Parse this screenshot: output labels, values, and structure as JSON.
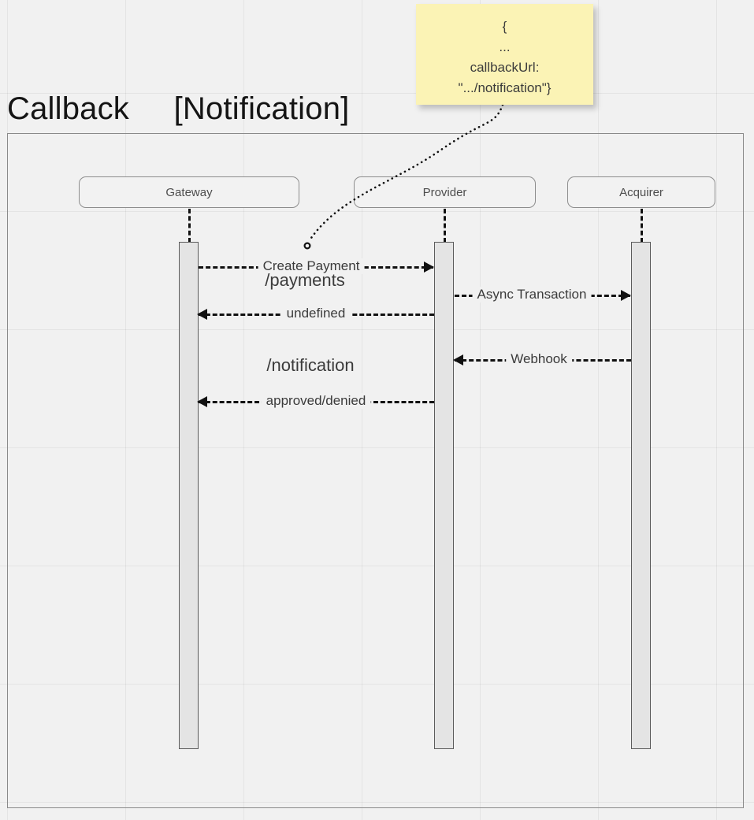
{
  "diagram": {
    "title": "Callback     [Notification]",
    "frame_label": "",
    "participants": [
      {
        "name": "Gateway",
        "label": "Gateway"
      },
      {
        "name": "Provider",
        "label": "Provider"
      },
      {
        "name": "Acquirer",
        "label": "Acquirer"
      }
    ],
    "messages": [
      {
        "label": "Create Payment",
        "sublabel": "/payments",
        "from": "Gateway",
        "to": "Provider",
        "direction": "right",
        "style": "dashed"
      },
      {
        "label": "Async Transaction",
        "sublabel": "",
        "from": "Provider",
        "to": "Acquirer",
        "direction": "right",
        "style": "dashed"
      },
      {
        "label": "undefined",
        "sublabel": "",
        "from": "Provider",
        "to": "Gateway",
        "direction": "left",
        "style": "dashed"
      },
      {
        "label": "Webhook",
        "sublabel": "",
        "from": "Acquirer",
        "to": "Provider",
        "direction": "left",
        "style": "dashed"
      },
      {
        "label": "approved/denied",
        "sublabel": "/notification",
        "from": "Provider",
        "to": "Gateway",
        "direction": "left",
        "style": "dashed"
      }
    ],
    "note": {
      "lines": [
        "{",
        "...",
        "callbackUrl:",
        "\".../notification\"}"
      ],
      "color": "#fbf3b5"
    },
    "colors": {
      "background": "#f1f1f1",
      "line": "#111111",
      "participant_border": "#8d8d8d",
      "participant_text": "#4d4d4d",
      "activation_fill": "#e4e4e4",
      "activation_border": "#5c5c5c",
      "frame_border": "#8a8a8a",
      "note_fill": "#fbf3b5",
      "title_text": "#141414",
      "message_text": "#3b3b3b"
    }
  }
}
